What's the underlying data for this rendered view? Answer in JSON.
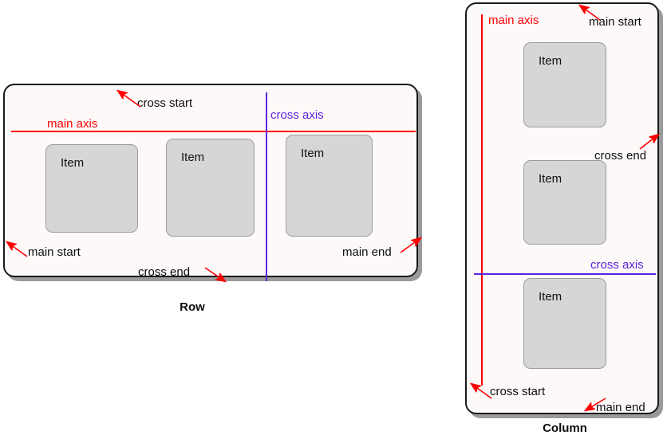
{
  "diagram": {
    "title": "Flexbox main axis and cross axis for row and column directions",
    "colors": {
      "main_axis": "#ff0000",
      "cross_axis": "#5b22e0",
      "item_fill": "#d6d6d6",
      "item_border": "#9c9c9c",
      "container_fill": "#fdf9f9",
      "container_border": "#1a1a1a",
      "shadow": "#9a9a9a",
      "text": "#0d0d0d"
    }
  },
  "row": {
    "caption": "Row",
    "main_axis_label": "main axis",
    "cross_axis_label": "cross axis",
    "main_start_label": "main start",
    "main_end_label": "main end",
    "cross_start_label": "cross start",
    "cross_end_label": "cross end",
    "items": [
      {
        "label": "Item"
      },
      {
        "label": "Item"
      },
      {
        "label": "Item"
      }
    ]
  },
  "column": {
    "caption": "Column",
    "main_axis_label": "main axis",
    "cross_axis_label": "cross axis",
    "main_start_label": "main start",
    "main_end_label": "main end",
    "cross_start_label": "cross start",
    "cross_end_label": "cross end",
    "items": [
      {
        "label": "Item"
      },
      {
        "label": "Item"
      },
      {
        "label": "Item"
      }
    ]
  }
}
